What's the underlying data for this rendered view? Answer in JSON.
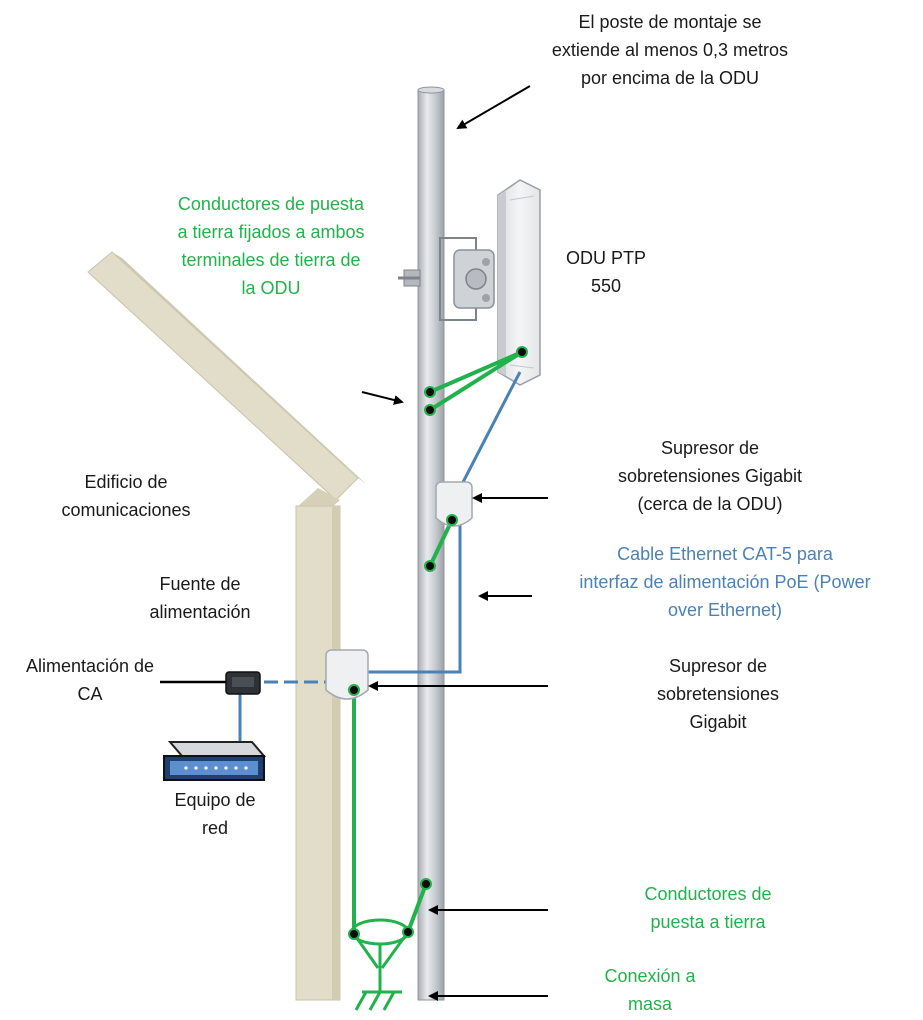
{
  "labels": {
    "mast": [
      "El poste de montaje se",
      "extiende al menos 0,3 metros",
      "por encima de la ODU"
    ],
    "grounding_top": [
      "Conductores de puesta",
      "a tierra fijados a ambos",
      "terminales de tierra de",
      "la ODU"
    ],
    "odu": [
      "ODU PTP",
      "550"
    ],
    "building": [
      "Edificio de",
      "comunicaciones"
    ],
    "surge_top": [
      "Supresor de",
      "sobretensiones Gigabit",
      "(cerca de la ODU)"
    ],
    "cable": [
      "Cable Ethernet CAT-5 para",
      "interfaz de alimentación PoE (Power",
      "over Ethernet)"
    ],
    "psu": [
      "Fuente de",
      "alimentación"
    ],
    "ac": [
      "Alimentación de",
      "CA"
    ],
    "surge_bottom": [
      "Supresor de",
      "sobretensiones",
      "Gigabit"
    ],
    "network": [
      "Equipo de",
      "red"
    ],
    "grounding_bottom": [
      "Conductores de",
      "puesta a tierra"
    ],
    "ground_conn": [
      "Conexión a",
      "masa"
    ]
  },
  "colors": {
    "green_conductor": "#22b24c",
    "blue_cable": "#4a82b8",
    "building": "#e2ddc8",
    "mast": "#c9cdd3"
  }
}
